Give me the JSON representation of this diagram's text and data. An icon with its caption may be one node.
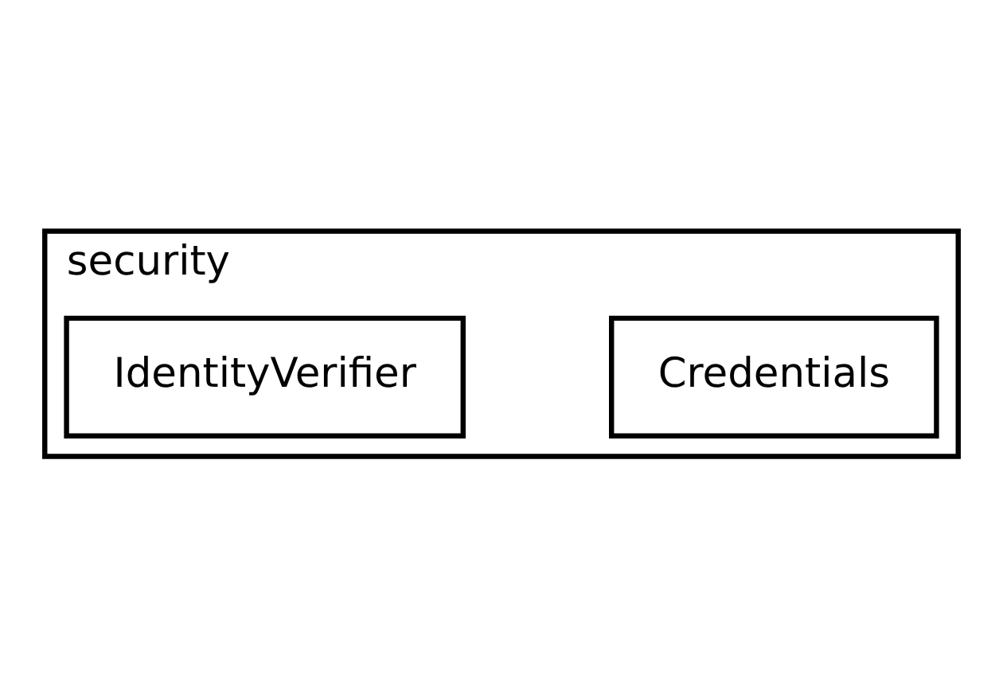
{
  "diagram": {
    "nodes": [
      {
        "text": [
          "security"
        ]
      },
      {
        "text": [
          "Credentials"
        ],
        "in": 0
      },
      {
        "text": [
          "IdentityVerifier"
        ],
        "in": 0
      }
    ]
  }
}
